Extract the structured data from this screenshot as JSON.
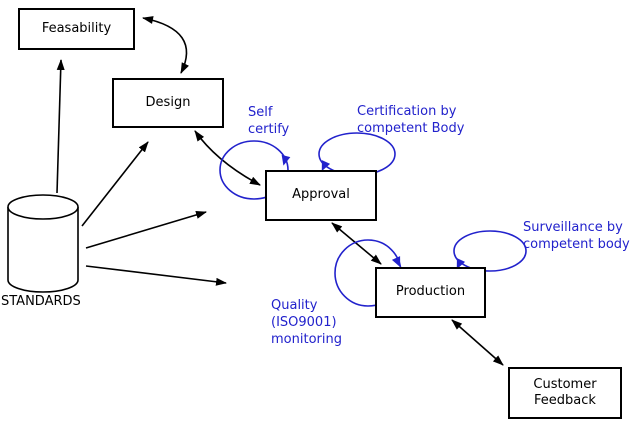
{
  "diagram": {
    "colors": {
      "line": "#000000",
      "annotation": "#2222cc",
      "background": "#ffffff"
    },
    "nodes": {
      "feasability": {
        "label": "Feasability"
      },
      "design": {
        "label": "Design"
      },
      "approval": {
        "label": "Approval"
      },
      "production": {
        "label": "Production"
      },
      "customer_feedback": {
        "label": "Customer\nFeedback"
      }
    },
    "datastore": {
      "label": "STANDARDS"
    },
    "annotations": {
      "self_certify": {
        "label": "Self\ncertify"
      },
      "certification": {
        "label": "Certification by\ncompetent Body"
      },
      "surveillance": {
        "label": "Surveillance by\ncompetent body"
      },
      "quality": {
        "label": "Quality\n(ISO9001)\nmonitoring"
      }
    }
  }
}
